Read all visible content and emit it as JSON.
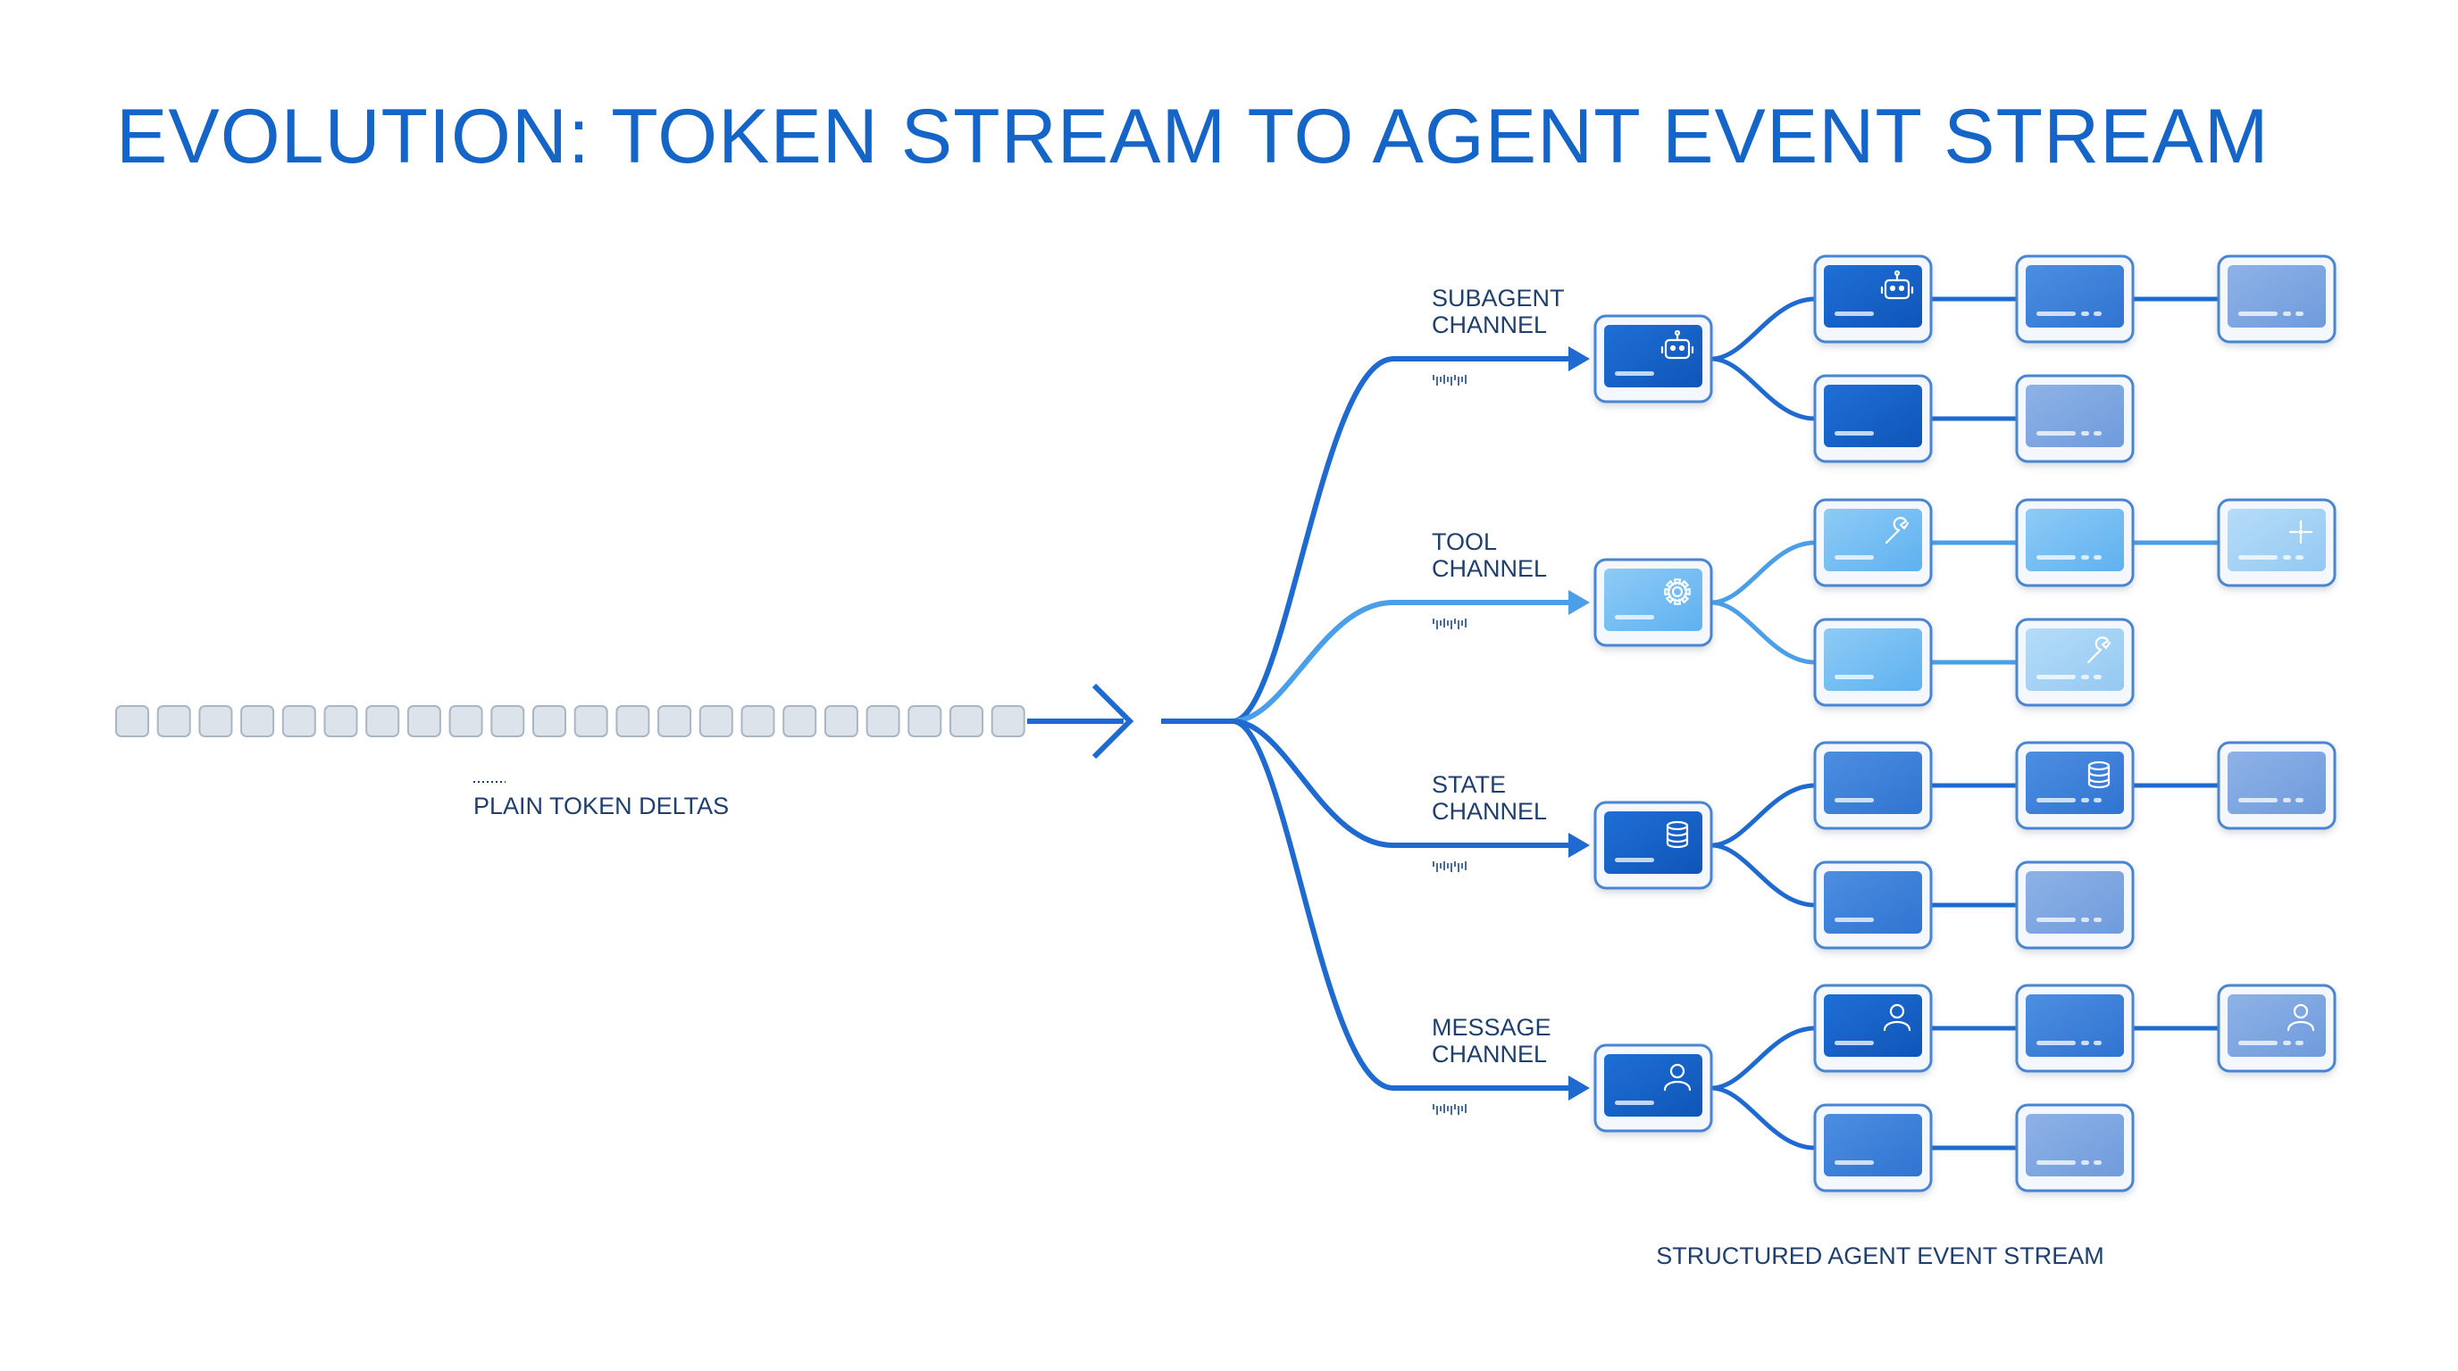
{
  "title": "EVOLUTION: TOKEN STREAM TO AGENT EVENT STREAM",
  "left_caption": "PLAIN TOKEN DELTAS",
  "bottom_caption": "STRUCTURED AGENT EVENT STREAM",
  "token_count": 22,
  "colors": {
    "title": "#1565c8",
    "line": "#1e6ad0",
    "line_light": "#4a9fe8",
    "token_fill": "#dde3ea",
    "token_stroke": "#aab6c4"
  },
  "channels": [
    {
      "id": "subagent",
      "label_line1": "SUBAGENT",
      "label_line2": "CHANNEL",
      "icon": "robot-icon",
      "cards": [
        {
          "row": 0,
          "col": 0,
          "icon": "robot-icon"
        },
        {
          "row": 0,
          "col": 1,
          "icon": ""
        },
        {
          "row": 0,
          "col": 2,
          "icon": ""
        },
        {
          "row": 1,
          "col": 0,
          "icon": ""
        },
        {
          "row": 1,
          "col": 1,
          "icon": ""
        }
      ]
    },
    {
      "id": "tool",
      "label_line1": "TOOL",
      "label_line2": "CHANNEL",
      "icon": "gear-icon",
      "cards": [
        {
          "row": 0,
          "col": 0,
          "icon": "wrench-icon"
        },
        {
          "row": 0,
          "col": 1,
          "icon": ""
        },
        {
          "row": 0,
          "col": 2,
          "icon": "sparkle-icon"
        },
        {
          "row": 1,
          "col": 0,
          "icon": ""
        },
        {
          "row": 1,
          "col": 1,
          "icon": "wrench-icon"
        }
      ]
    },
    {
      "id": "state",
      "label_line1": "STATE",
      "label_line2": "CHANNEL",
      "icon": "database-icon",
      "cards": [
        {
          "row": 0,
          "col": 0,
          "icon": ""
        },
        {
          "row": 0,
          "col": 1,
          "icon": "database-icon"
        },
        {
          "row": 0,
          "col": 2,
          "icon": ""
        },
        {
          "row": 1,
          "col": 0,
          "icon": ""
        },
        {
          "row": 1,
          "col": 1,
          "icon": ""
        }
      ]
    },
    {
      "id": "message",
      "label_line1": "MESSAGE",
      "label_line2": "CHANNEL",
      "icon": "user-icon",
      "cards": [
        {
          "row": 0,
          "col": 0,
          "icon": "user-icon"
        },
        {
          "row": 0,
          "col": 1,
          "icon": ""
        },
        {
          "row": 0,
          "col": 2,
          "icon": "user-icon"
        },
        {
          "row": 1,
          "col": 0,
          "icon": ""
        },
        {
          "row": 1,
          "col": 1,
          "icon": ""
        }
      ]
    }
  ]
}
